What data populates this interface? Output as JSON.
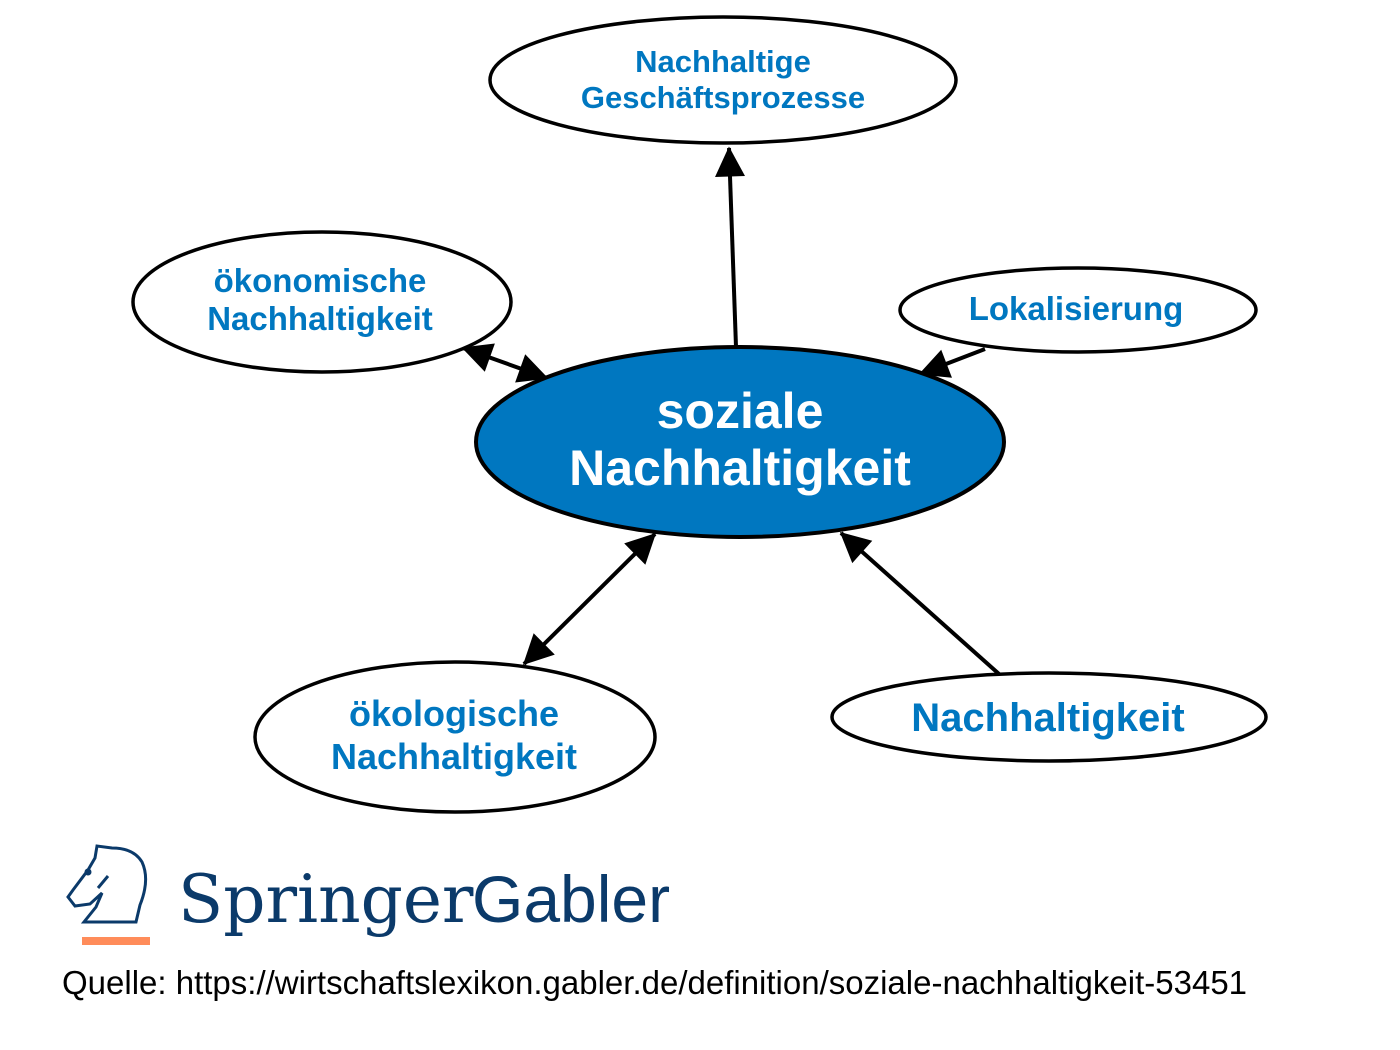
{
  "diagram": {
    "center": {
      "lines": [
        "soziale",
        "Nachhaltigkeit"
      ]
    },
    "nodes": {
      "geschaeftsprozesse": {
        "lines": [
          "Nachhaltige",
          "Geschäftsprozesse"
        ]
      },
      "oekonomische": {
        "lines": [
          "ökonomische",
          "Nachhaltigkeit"
        ]
      },
      "lokalisierung": {
        "lines": [
          "Lokalisierung"
        ]
      },
      "oekologische": {
        "lines": [
          "ökologische",
          "Nachhaltigkeit"
        ]
      },
      "nachhaltigkeit": {
        "lines": [
          "Nachhaltigkeit"
        ]
      }
    },
    "colors": {
      "accent": "#0077c0",
      "logo": "#0b3a6a",
      "logo_bar": "#ff8c5a"
    }
  },
  "logo": {
    "springer": "Springer",
    "gabler": "Gabler"
  },
  "source": "Quelle: https://wirtschaftslexikon.gabler.de/definition/soziale-nachhaltigkeit-53451"
}
